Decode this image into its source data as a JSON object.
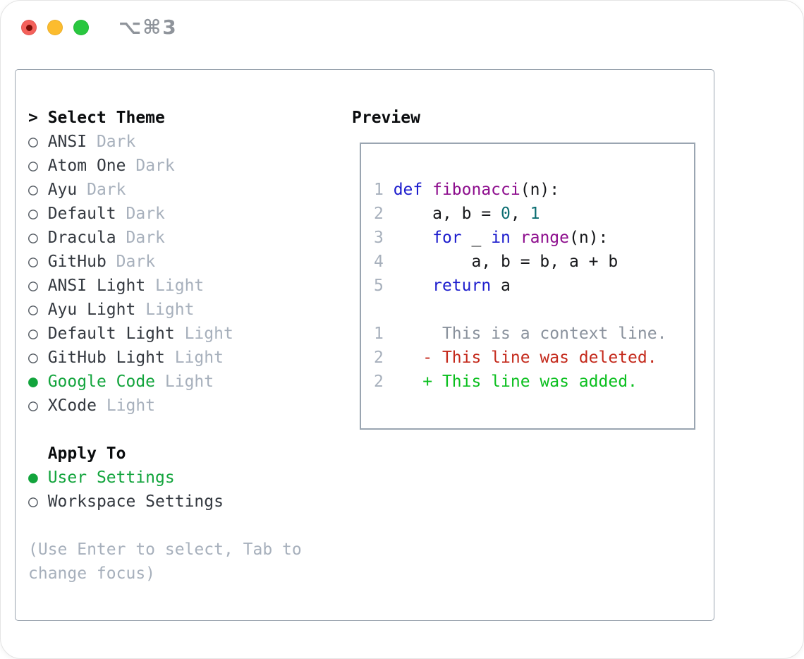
{
  "window": {
    "title_shortcut": "⌥⌘3"
  },
  "colors": {
    "traffic_red": "#f4615b",
    "traffic_red_dot": "#7a0d06",
    "traffic_yellow": "#fcbc2e",
    "traffic_green": "#29c73f",
    "titlebar_gray": "#8f949b",
    "panel_border": "#9aa4af",
    "preview_border": "#9aa5b1",
    "header_black": "#0a0c0e",
    "text_dark": "#33383f",
    "bullet_gray": "#4d545c",
    "muted_gray": "#a7b0bc",
    "selected_green": "#12a43c",
    "keyword_blue": "#1c1ccd",
    "function_purple": "#8d0d8d",
    "number_teal": "#0c6e72",
    "code_plain": "#16171a",
    "line_number_gray": "#a7b0bc",
    "context_gray": "#8a929d",
    "deleted_red": "#c4291b",
    "added_green": "#0abf1e"
  },
  "theme_selector": {
    "header": "Select Theme",
    "cursor": ">",
    "items": [
      {
        "name": "ANSI",
        "variant": "Dark",
        "selected": false
      },
      {
        "name": "Atom One",
        "variant": "Dark",
        "selected": false
      },
      {
        "name": "Ayu",
        "variant": "Dark",
        "selected": false
      },
      {
        "name": "Default",
        "variant": "Dark",
        "selected": false
      },
      {
        "name": "Dracula",
        "variant": "Dark",
        "selected": false
      },
      {
        "name": "GitHub",
        "variant": "Dark",
        "selected": false
      },
      {
        "name": "ANSI Light",
        "variant": "Light",
        "selected": false
      },
      {
        "name": "Ayu Light",
        "variant": "Light",
        "selected": false
      },
      {
        "name": "Default Light",
        "variant": "Light",
        "selected": false
      },
      {
        "name": "GitHub Light",
        "variant": "Light",
        "selected": false
      },
      {
        "name": "Google Code",
        "variant": "Light",
        "selected": true
      },
      {
        "name": "XCode",
        "variant": "Light",
        "selected": false
      }
    ]
  },
  "apply_to": {
    "header": "Apply To",
    "options": [
      {
        "name": "User Settings",
        "selected": true
      },
      {
        "name": "Workspace Settings",
        "selected": false
      }
    ]
  },
  "help_text": {
    "line1": "(Use Enter to select, Tab to",
    "line2": "change focus)"
  },
  "preview": {
    "header": "Preview",
    "code_lines": [
      [
        {
          "t": "1 ",
          "c": "ln"
        },
        {
          "t": "def ",
          "c": "kw"
        },
        {
          "t": "fibonacci",
          "c": "fn"
        },
        {
          "t": "(n):",
          "c": "plain"
        }
      ],
      [
        {
          "t": "2 ",
          "c": "ln"
        },
        {
          "t": "    a, b = ",
          "c": "plain"
        },
        {
          "t": "0",
          "c": "num"
        },
        {
          "t": ", ",
          "c": "plain"
        },
        {
          "t": "1",
          "c": "num"
        }
      ],
      [
        {
          "t": "3 ",
          "c": "ln"
        },
        {
          "t": "    ",
          "c": "plain"
        },
        {
          "t": "for",
          "c": "kw"
        },
        {
          "t": " _ ",
          "c": "plain"
        },
        {
          "t": "in",
          "c": "kw"
        },
        {
          "t": " ",
          "c": "plain"
        },
        {
          "t": "range",
          "c": "fn"
        },
        {
          "t": "(n):",
          "c": "plain"
        }
      ],
      [
        {
          "t": "4 ",
          "c": "ln"
        },
        {
          "t": "        a, b = b, a + b",
          "c": "plain"
        }
      ],
      [
        {
          "t": "5 ",
          "c": "ln"
        },
        {
          "t": "    ",
          "c": "plain"
        },
        {
          "t": "return",
          "c": "kw"
        },
        {
          "t": " a",
          "c": "plain"
        }
      ]
    ],
    "diff_lines": [
      [
        {
          "t": "1",
          "c": "ln"
        },
        {
          "t": "      ",
          "c": "plain"
        },
        {
          "t": "This is a context line.",
          "c": "ctx"
        }
      ],
      [
        {
          "t": "2",
          "c": "ln"
        },
        {
          "t": "    ",
          "c": "plain"
        },
        {
          "t": "- This line was deleted.",
          "c": "del"
        }
      ],
      [
        {
          "t": "2",
          "c": "ln"
        },
        {
          "t": "    ",
          "c": "plain"
        },
        {
          "t": "+ This line was added.",
          "c": "add"
        }
      ]
    ]
  }
}
